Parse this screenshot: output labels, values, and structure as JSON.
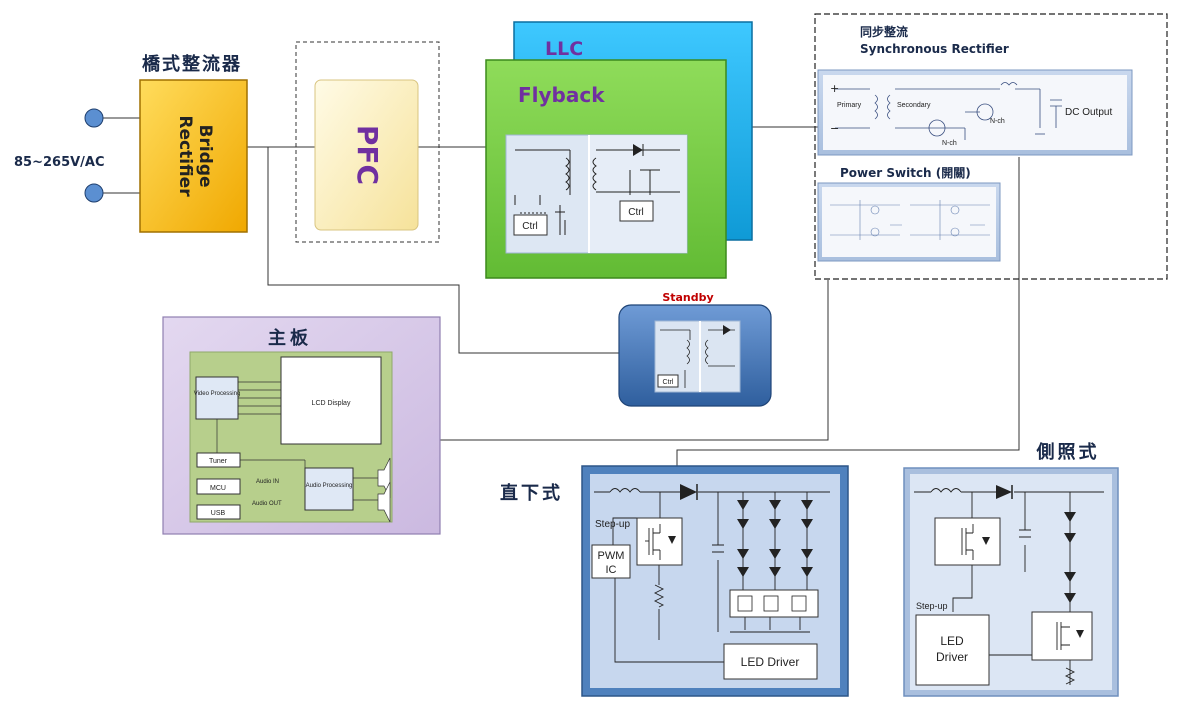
{
  "input": {
    "voltage": "85~265V/AC"
  },
  "bridge": {
    "title_cn": "橋式整流器",
    "label_line1": "Bridge",
    "label_line2": "Rectifier"
  },
  "pfc": {
    "label": "PFC"
  },
  "llc": {
    "label": "LLC"
  },
  "flyback": {
    "label": "Flyback",
    "ctrl_left": "Ctrl",
    "ctrl_right": "Ctrl"
  },
  "sync_rect": {
    "title_cn": "同步整流",
    "title_en": "Synchronous Rectifier",
    "primary": "Primary",
    "secondary": "Secondary",
    "nch1": "N-ch",
    "nch2": "N-ch",
    "dc_output": "DC Output"
  },
  "power_switch": {
    "title": "Power Switch (開關)"
  },
  "standby": {
    "label": "Standby",
    "ctrl": "Ctrl"
  },
  "mainboard": {
    "title": "主板",
    "video": "Video Processing",
    "lcd": "LCD Display",
    "tuner": "Tuner",
    "mcu": "MCU",
    "usb": "USB",
    "audio_in": "Audio IN",
    "audio_out": "Audio OUT",
    "audio_proc": "Audio Processing"
  },
  "direct_lit": {
    "title": "直下式",
    "stepup": "Step-up",
    "pwm_line1": "PWM",
    "pwm_line2": "IC",
    "led_driver": "LED Driver"
  },
  "edge_lit": {
    "title": "側照式",
    "stepup": "Step-up",
    "led_line1": "LED",
    "led_line2": "Driver"
  },
  "colors": {
    "bridge_fill": "#ffc000",
    "pfc_fill": "#fff2b3",
    "llc_fill": "#1ab3f0",
    "flyback_fill": "#7fd34a",
    "flyback_text": "#7030a0",
    "standby_red": "#c00000",
    "mainboard_fill": "#d9ccea",
    "panel_blue": "#4f81bd"
  }
}
